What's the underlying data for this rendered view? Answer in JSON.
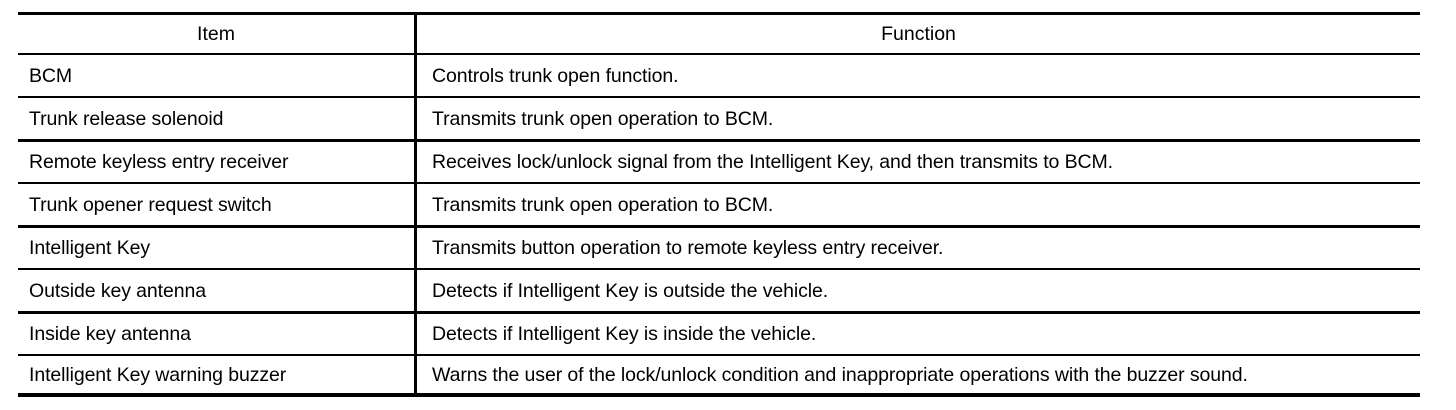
{
  "table": {
    "headers": {
      "item": "Item",
      "function": "Function"
    },
    "rows": [
      {
        "item": "BCM",
        "function": "Controls trunk open function."
      },
      {
        "item": "Trunk release solenoid",
        "function": "Transmits trunk open operation to BCM."
      },
      {
        "item": "Remote keyless entry receiver",
        "function": "Receives lock/unlock signal from the Intelligent Key, and then transmits to BCM."
      },
      {
        "item": "Trunk opener request switch",
        "function": "Transmits trunk open operation to BCM."
      },
      {
        "item": "Intelligent Key",
        "function": "Transmits button operation to remote keyless entry receiver."
      },
      {
        "item": "Outside key antenna",
        "function": "Detects if Intelligent Key is outside the vehicle."
      },
      {
        "item": "Inside key antenna",
        "function": "Detects if Intelligent Key is inside the vehicle."
      },
      {
        "item": "Intelligent Key warning buzzer",
        "function": "Warns the user of the lock/unlock condition and inappropriate operations with the buzzer sound."
      }
    ]
  },
  "colors": {
    "border": "#000000",
    "text": "#000000",
    "background": "#ffffff"
  }
}
